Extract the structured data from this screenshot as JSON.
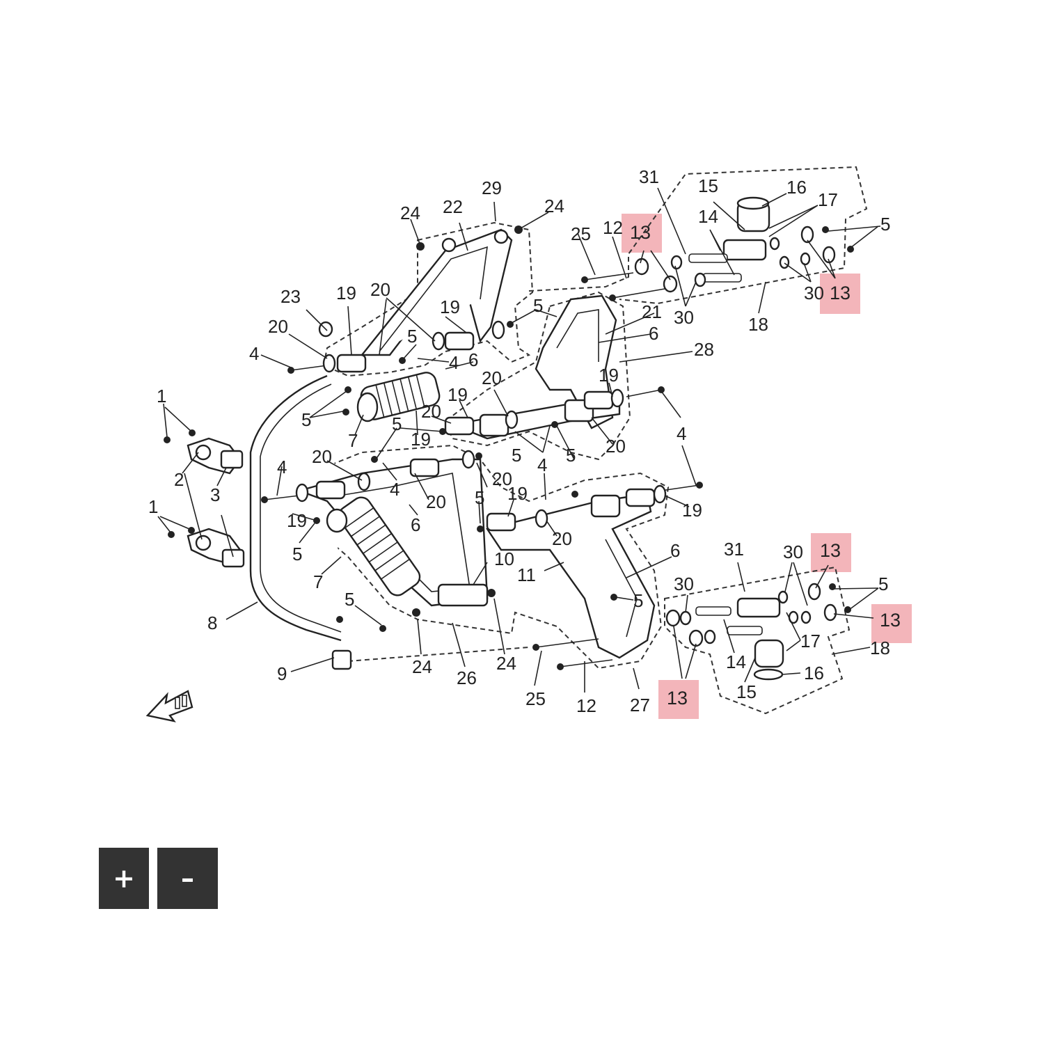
{
  "diagram": {
    "callouts": {
      "l1": "1",
      "l2": "2",
      "l3": "3",
      "l4": "4",
      "l5": "5",
      "l6": "6",
      "l7": "7",
      "l8": "8",
      "l9": "9",
      "l10": "10",
      "l11": "11",
      "l12": "12",
      "l13": "13",
      "l14": "14",
      "l15": "15",
      "l16": "16",
      "l17": "17",
      "l18": "18",
      "l19": "19",
      "l20": "20",
      "l21": "21",
      "l22": "22",
      "l23": "23",
      "l24": "24",
      "l25": "25",
      "l26": "26",
      "l27": "27",
      "l28": "28",
      "l29": "29",
      "l30": "30",
      "l31": "31"
    },
    "highlight_color": "#f3b5ba",
    "highlighted_part": "13",
    "direction_icon": "front-direction-arrow-icon"
  },
  "zoom": {
    "in_label": "+",
    "out_label": "–",
    "in_icon": "plus-icon",
    "out_icon": "minus-icon"
  }
}
